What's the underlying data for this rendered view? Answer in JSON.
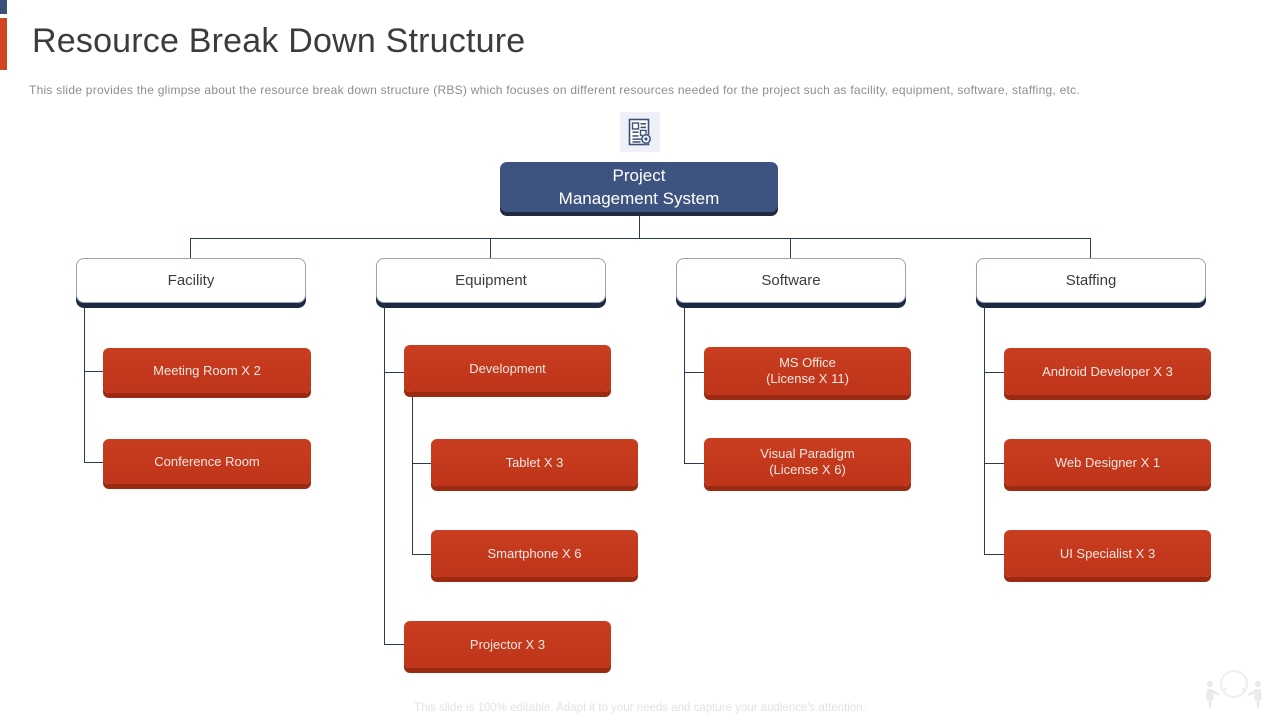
{
  "header": {
    "title": "Resource Break Down Structure",
    "subtitle": "This slide provides the glimpse about the resource break down structure (RBS) which focuses on different resources needed for the project such as facility, equipment, software, staffing, etc.",
    "accent_navy": "#3b5079",
    "accent_red": "#d0451f"
  },
  "icons": {
    "top": "document-settings-icon",
    "watermark": "people-discussion-watermark-icon"
  },
  "colors": {
    "root_fill": "#3e5480",
    "root_shadow": "#20293d",
    "category_fill": "#ffffff",
    "category_shadow": "#1e2a42",
    "leaf_fill": "#c43a1e",
    "leaf_shadow": "#9c2a10",
    "connector": "#2b3a55"
  },
  "chart_data": {
    "type": "tree",
    "title": "Resource Break Down Structure",
    "root": {
      "label": "Project\nManagement System",
      "line1": "Project",
      "line2": "Management System"
    },
    "branches": [
      {
        "label": "Facility",
        "children": [
          {
            "label": "Meeting Room X 2",
            "children": []
          },
          {
            "label": "Conference Room",
            "children": []
          }
        ]
      },
      {
        "label": "Equipment",
        "children": [
          {
            "label": "Development",
            "children": [
              {
                "label": "Tablet X 3"
              },
              {
                "label": "Smartphone X 6"
              }
            ]
          },
          {
            "label": "Projector X 3",
            "children": []
          }
        ]
      },
      {
        "label": "Software",
        "children": [
          {
            "label": "MS Office\n(License X 11)",
            "line1": "MS Office",
            "line2": "(License X 11)"
          },
          {
            "label": "Visual Paradigm\n(License X 6)",
            "line1": "Visual Paradigm",
            "line2": "(License X 6)"
          }
        ]
      },
      {
        "label": "Staffing",
        "children": [
          {
            "label": "Android Developer X 3"
          },
          {
            "label": "Web Designer X 1"
          },
          {
            "label": "UI Specialist X 3"
          }
        ]
      }
    ]
  },
  "nodes": {
    "root_line1": "Project",
    "root_line2": "Management System",
    "facility": "Facility",
    "equipment": "Equipment",
    "software": "Software",
    "staffing": "Staffing",
    "meeting_room": "Meeting Room X 2",
    "conference_room": "Conference Room",
    "development": "Development",
    "tablet": "Tablet X 3",
    "smartphone": "Smartphone X 6",
    "projector": "Projector X 3",
    "ms_office_l1": "MS Office",
    "ms_office_l2": "(License X 11)",
    "visual_paradigm_l1": "Visual Paradigm",
    "visual_paradigm_l2": "(License X 6)",
    "android_developer": "Android Developer X 3",
    "web_designer": "Web Designer X 1",
    "ui_specialist": "UI Specialist X 3"
  },
  "footer": {
    "note": "This slide is 100% editable. Adapt it to your needs and capture your audience's attention."
  }
}
